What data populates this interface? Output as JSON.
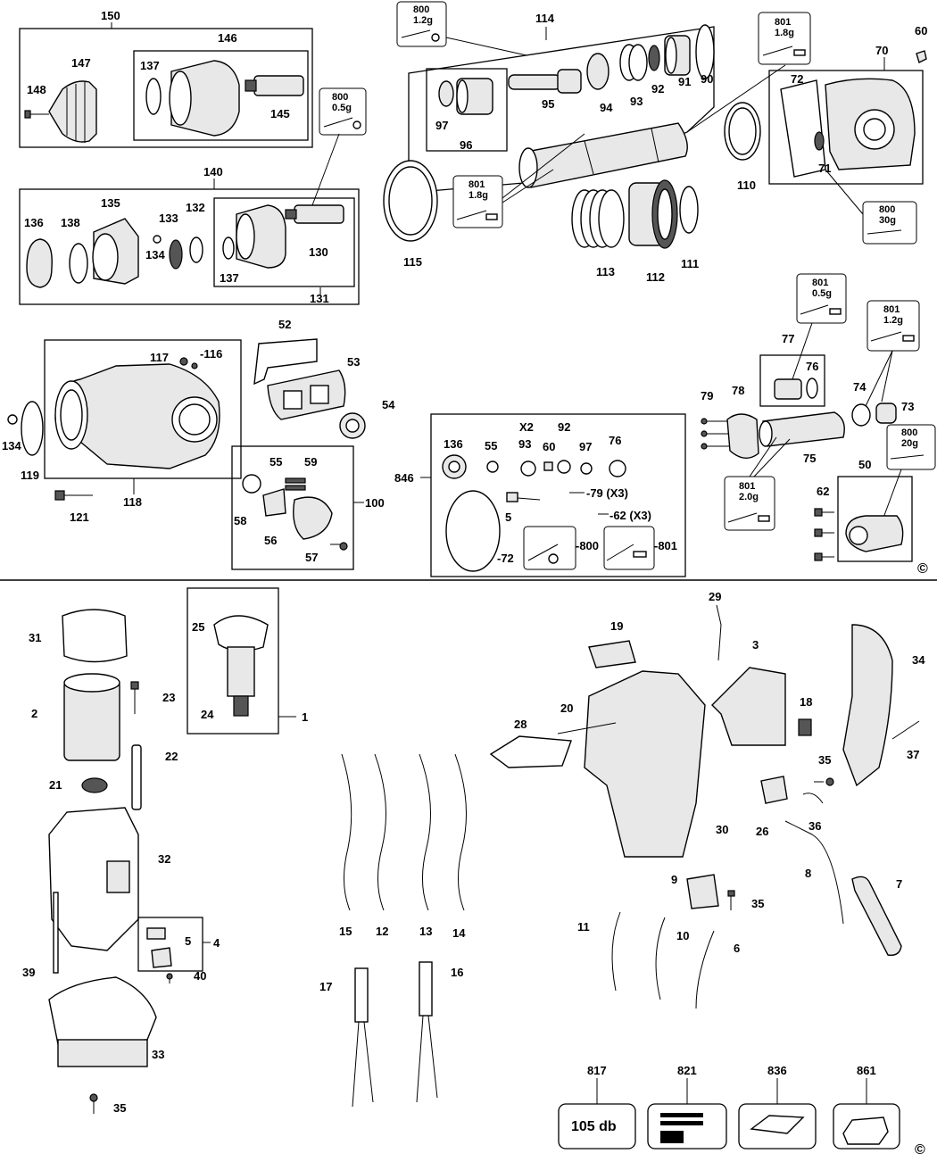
{
  "top_section": {
    "copyright": "©",
    "groups": {
      "g150": "150",
      "g146": "146",
      "g147": "147",
      "g148": "148",
      "g137a": "137",
      "g145": "145",
      "g140": "140",
      "g135": "135",
      "g136": "136",
      "g138": "138",
      "g133": "133",
      "g134a": "134",
      "g132": "132",
      "g130": "130",
      "g137b": "137",
      "g131": "131",
      "g114": "114",
      "g95": "95",
      "g94": "94",
      "g93": "93",
      "g92": "92",
      "g91": "91",
      "g90": "90",
      "g97": "97",
      "g96": "96",
      "g115": "115",
      "g113": "113",
      "g112": "112",
      "g111": "111",
      "g110": "110",
      "g60": "60",
      "g70": "70",
      "g72": "72",
      "g71": "71",
      "g52": "52",
      "g53": "53",
      "g54": "54",
      "g117": "117",
      "g116": "-116",
      "g134b": "134",
      "g119": "119",
      "g118": "118",
      "g121": "121",
      "g55": "55",
      "g59": "59",
      "g58": "58",
      "g56": "56",
      "g57": "57",
      "g100": "100",
      "g846": "846",
      "k136": "136",
      "k55": "55",
      "kX2": "X2",
      "k93": "93",
      "k92": "92",
      "k60": "60",
      "k97": "97",
      "k76": "76",
      "k5": "5",
      "k79": "-79 (X3)",
      "k62": "-62 (X3)",
      "k72": "-72",
      "k800": "-800",
      "k801": "-801",
      "g77": "77",
      "g76": "76",
      "g79": "79",
      "g78": "78",
      "g74": "74",
      "g73": "73",
      "g75": "75",
      "g62": "62",
      "g50": "50"
    },
    "grease_tags": [
      {
        "code": "800",
        "qty": "1.2g"
      },
      {
        "code": "801",
        "qty": "1.8g"
      },
      {
        "code": "800",
        "qty": "0.5g"
      },
      {
        "code": "801",
        "qty": "1.8g"
      },
      {
        "code": "800",
        "qty": "30g"
      },
      {
        "code": "801",
        "qty": "0.5g"
      },
      {
        "code": "801",
        "qty": "1.2g"
      },
      {
        "code": "800",
        "qty": "20g"
      },
      {
        "code": "801",
        "qty": "2.0g"
      }
    ]
  },
  "bottom_section": {
    "copyright": "©",
    "labels": {
      "b31": "31",
      "b25": "25",
      "b24": "24",
      "b1": "1",
      "b2": "2",
      "b23": "23",
      "b22": "22",
      "b21": "21",
      "b32": "32",
      "b5": "5",
      "b4": "4",
      "b39": "39",
      "b40": "40",
      "b33": "33",
      "b35a": "35",
      "b15": "15",
      "b12": "12",
      "b13": "13",
      "b14": "14",
      "b17": "17",
      "b16": "16",
      "b19": "19",
      "b29": "29",
      "b3": "3",
      "b34": "34",
      "b18": "18",
      "b28": "28",
      "b20": "20",
      "b37": "37",
      "b35b": "35",
      "b36": "36",
      "b26": "26",
      "b30": "30",
      "b8": "8",
      "b7": "7",
      "b9": "9",
      "b35c": "35",
      "b11": "11",
      "b10": "10",
      "b6": "6",
      "b817": "817",
      "b821": "821",
      "b836": "836",
      "b861": "861"
    },
    "noise_label": "105 db"
  }
}
